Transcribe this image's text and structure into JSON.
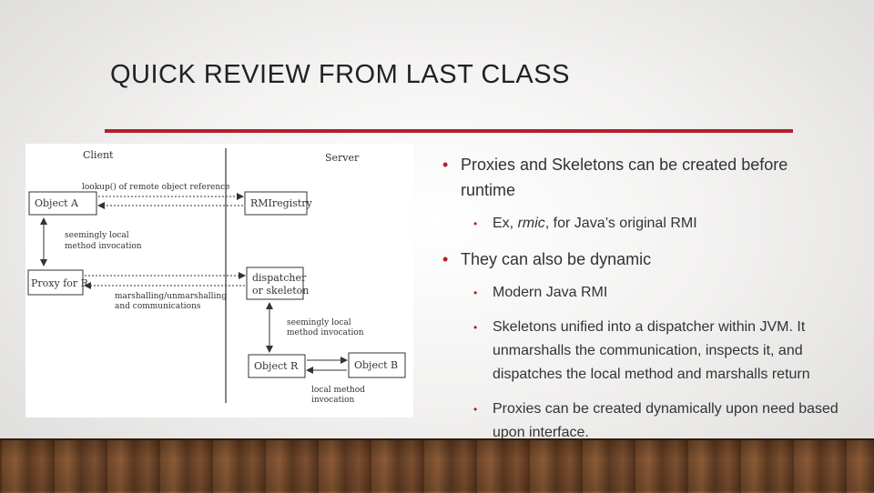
{
  "slide": {
    "title": "QUICK REVIEW FROM LAST CLASS"
  },
  "diagram": {
    "client_label": "Client",
    "server_label": "Server",
    "lookup_label": "lookup() of remote object reference",
    "object_a": "Object A",
    "rmiregistry": "RMIregistry",
    "seemingly_local_1a": "seemingly local",
    "seemingly_local_1b": "method invocation",
    "proxy_for_r": "Proxy for R",
    "dispatcher_1": "dispatcher",
    "dispatcher_2": "or skeleton",
    "marshalling_1": "marshalling/unmarshalling",
    "marshalling_2": "and communications",
    "seemingly_local_2a": "seemingly local",
    "seemingly_local_2b": "method invocation",
    "object_r": "Object R",
    "object_b": "Object B",
    "local_method_1": "local method",
    "local_method_2": "invocation"
  },
  "bullets": {
    "b1": "Proxies and Skeletons can be created before runtime",
    "b1_sub1_prefix": "Ex, ",
    "b1_sub1_em": "rmic",
    "b1_sub1_suffix": ", for Java’s original RMI",
    "b2": "They can also be dynamic",
    "b2_sub1": "Modern Java RMI",
    "b2_sub2": "Skeletons unified into a dispatcher within JVM. It unmarshalls the communication, inspects it, and dispatches the local method and marshalls return",
    "b2_sub3": "Proxies can be created dynamically upon need based upon interface.",
    "bullet_glyph": "•"
  },
  "colors": {
    "accent": "#b21f2d",
    "text": "#333333"
  }
}
